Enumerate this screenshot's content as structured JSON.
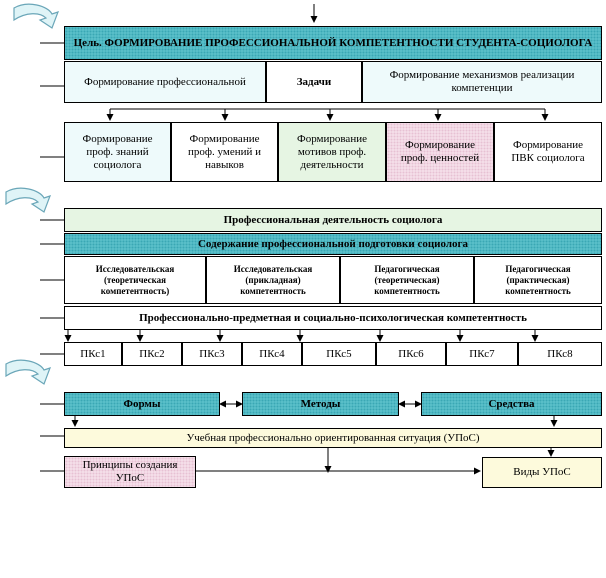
{
  "goal": {
    "title": "Цель. ФОРМИРОВАНИЕ ПРОФЕССИОНАЛЬНОЙ КОМПЕТЕНТНОСТИ СТУДЕНТА-СОЦИОЛОГА"
  },
  "tasks_row": {
    "left": "Формирование профессиональной",
    "center": "Задачи",
    "right": "Формирование механизмов реализации компетенции"
  },
  "formation_items": [
    "Формирование проф. знаний социолога",
    "Формирование проф. умений и навыков",
    "Формирование мотивов проф. деятельности",
    "Формирование проф. ценностей",
    "Формирование ПВК социолога"
  ],
  "prof_activity": "Профессиональная деятельность социолога",
  "content_training": "Содержание профессиональной подготовки социолога",
  "competences": [
    "Исследовательская (теоретическая компетентность)",
    "Исследовательская (прикладная) компетентность",
    "Педагогическая (теоретическая) компетентность",
    "Педагогическая (практическая) компетентность"
  ],
  "subject_psych": "Профессионально-предметная и социально-психологическая компетентность",
  "pk_items": [
    "ПКс1",
    "ПКс2",
    "ПКс3",
    "ПКс4",
    "ПКс5",
    "ПКс6",
    "ПКс7",
    "ПКс8"
  ],
  "fms": {
    "forms": "Формы",
    "methods": "Методы",
    "means": "Средства"
  },
  "situation": "Учебная профессионально ориентированная ситуация (УПоС)",
  "principles": "Принципы создания УПоС",
  "kinds": "Виды УПоС",
  "colors": {
    "teal": "#5fc3cc",
    "light_cyan": "#eefafb",
    "light_green": "#e6f5e3",
    "pink": "#f7e3ec",
    "cream": "#fdfadc"
  }
}
